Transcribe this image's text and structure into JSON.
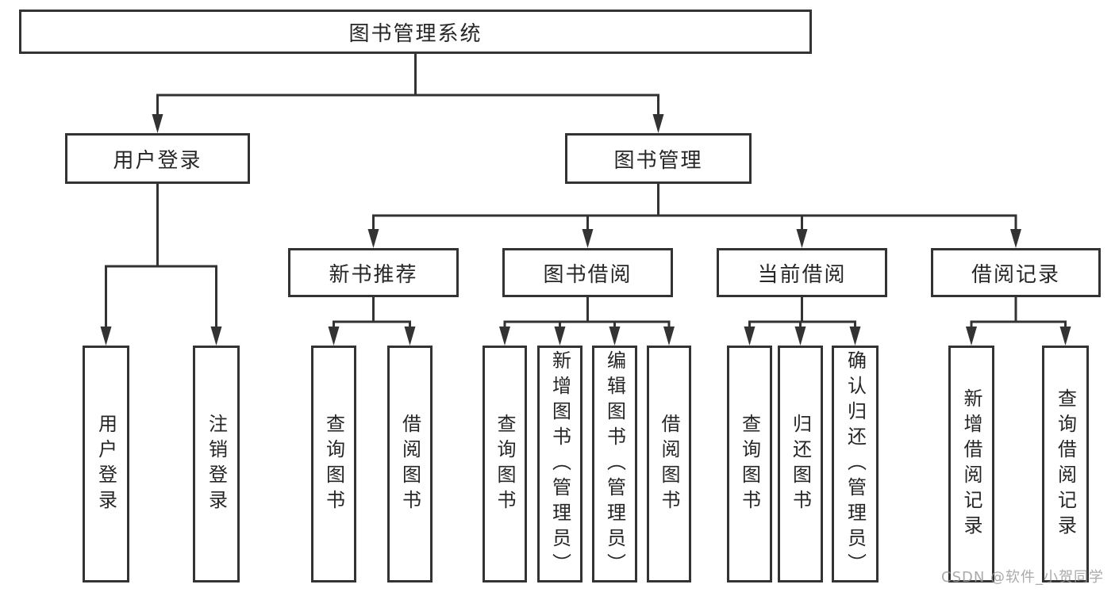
{
  "diagram": {
    "title": "图书管理系统",
    "root": {
      "label": "图书管理系统"
    },
    "level2": [
      {
        "id": "user-login",
        "label": "用户登录"
      },
      {
        "id": "book-management",
        "label": "图书管理"
      }
    ],
    "level3": [
      {
        "id": "new-book-recommend",
        "label": "新书推荐",
        "parent": "图书管理"
      },
      {
        "id": "book-borrow",
        "label": "图书借阅",
        "parent": "图书管理"
      },
      {
        "id": "current-borrow",
        "label": "当前借阅",
        "parent": "图书管理"
      },
      {
        "id": "borrow-records",
        "label": "借阅记录",
        "parent": "图书管理"
      }
    ],
    "leaves": [
      {
        "id": "user-login-leaf",
        "label": "用户登录",
        "parent": "用户登录"
      },
      {
        "id": "logout",
        "label": "注销登录",
        "parent": "用户登录"
      },
      {
        "id": "query-books-recommend",
        "label": "查询图书",
        "parent": "新书推荐"
      },
      {
        "id": "borrow-books-recommend",
        "label": "借阅图书",
        "parent": "新书推荐"
      },
      {
        "id": "query-books-borrow",
        "label": "查询图书",
        "parent": "图书借阅"
      },
      {
        "id": "add-books-admin",
        "label": "新增图书（管理员）",
        "parent": "图书借阅"
      },
      {
        "id": "edit-books-admin",
        "label": "编辑图书（管理员）",
        "parent": "图书借阅"
      },
      {
        "id": "borrow-books",
        "label": "借阅图书",
        "parent": "图书借阅"
      },
      {
        "id": "query-books-current",
        "label": "查询图书",
        "parent": "当前借阅"
      },
      {
        "id": "return-books",
        "label": "归还图书",
        "parent": "当前借阅"
      },
      {
        "id": "confirm-return-admin",
        "label": "确认归还（管理员）",
        "parent": "当前借阅"
      },
      {
        "id": "add-borrow-record",
        "label": "新增借阅记录",
        "parent": "借阅记录"
      },
      {
        "id": "query-borrow-record",
        "label": "查询借阅记录",
        "parent": "借阅记录"
      }
    ],
    "colors": {
      "line": "#333333",
      "box_border": "#333333",
      "box_fill": "#ffffff",
      "text": "#262626",
      "watermark": "#9b9b9b"
    }
  },
  "watermark": {
    "text": "CSDN @软件_小贺同学"
  }
}
